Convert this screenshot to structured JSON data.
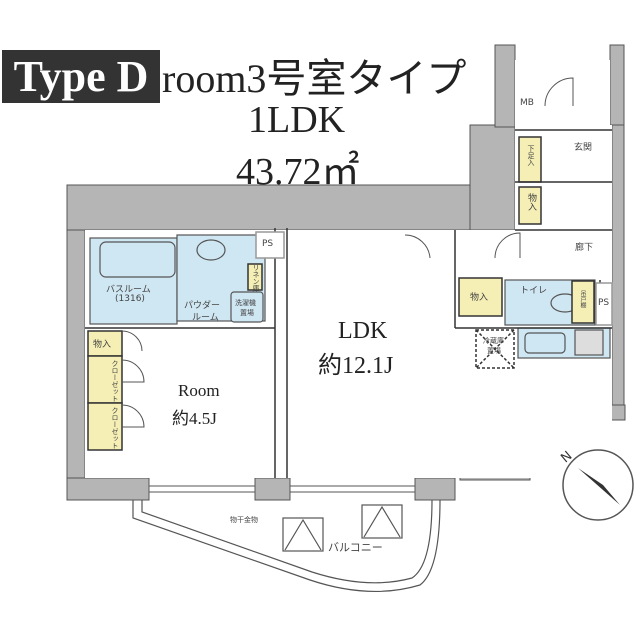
{
  "header": {
    "type_badge": "Type D",
    "room_type": "room3号室タイプ",
    "layout": "1LDK",
    "area": "43.72㎡"
  },
  "rooms": {
    "ldk": {
      "name": "LDK",
      "size": "約12.1J"
    },
    "room": {
      "name": "Room",
      "size": "約4.5J"
    },
    "bathroom": {
      "name": "バスルーム",
      "size": "(1316)"
    },
    "powder_room": {
      "line1": "パウダー",
      "line2": "ルーム"
    },
    "washer": {
      "line1": "洗濯機",
      "line2": "置場"
    },
    "linen": "リネン庫",
    "ps_top": "PS",
    "ps_right": "PS",
    "mb": "MB",
    "entrance": "玄関",
    "shoe_storage": "下足入",
    "storage_entrance": "物入",
    "corridor": "廊下",
    "storage_ldk": "物入",
    "toilet": "トイレ",
    "toilet_storage": "吊戸棚",
    "fridge": {
      "line1": "冷蔵庫",
      "line2": "置場"
    },
    "storage_room": "物入",
    "closet1": "クローゼット",
    "closet2": "クローゼット",
    "balcony": "バルコニー",
    "laundry_pole": "物干金物"
  },
  "colors": {
    "wall": "#b5b5b5",
    "wet_area": "#cfe6f3",
    "storage": "#f5efb5",
    "badge": "#333333"
  },
  "compass": {
    "label": "N"
  }
}
